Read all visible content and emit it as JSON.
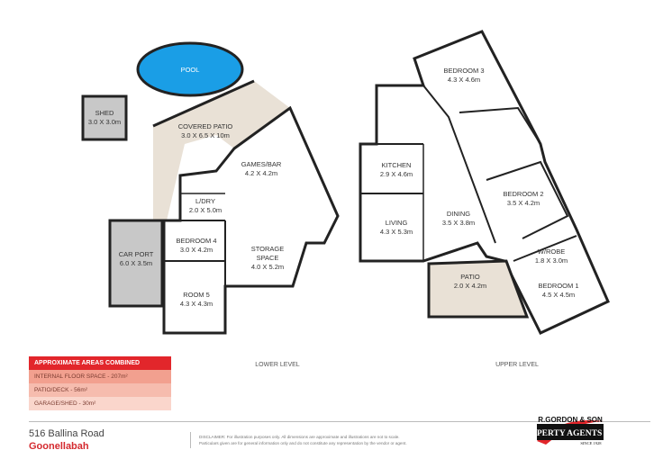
{
  "lower_level": {
    "label": "LOWER LEVEL",
    "rooms": [
      {
        "name": "POOL",
        "dims": ""
      },
      {
        "name": "SHED",
        "dims": "3.0 X 3.0m"
      },
      {
        "name": "COVERED PATIO",
        "dims": "3.0 X 6.5 X 10m"
      },
      {
        "name": "GAMES/BAR",
        "dims": "4.2 X 4.2m"
      },
      {
        "name": "L/DRY",
        "dims": "2.0 X 5.0m"
      },
      {
        "name": "BEDROOM 4",
        "dims": "3.0 X 4.2m"
      },
      {
        "name": "CAR PORT",
        "dims": "6.0 X 3.5m"
      },
      {
        "name": "STORAGE",
        "dims": "SPACE"
      },
      {
        "name": "ROOM 5",
        "dims": "4.3 X 4.3m"
      }
    ],
    "storage_dims": "4.0 X 5.2m"
  },
  "upper_level": {
    "label": "UPPER LEVEL",
    "rooms": [
      {
        "name": "BEDROOM 3",
        "dims": "4.3 X 4.6m"
      },
      {
        "name": "KITCHEN",
        "dims": "2.9 X 4.6m"
      },
      {
        "name": "DINING",
        "dims": "3.5 X 3.8m"
      },
      {
        "name": "LIVING",
        "dims": "4.3 X 5.3m"
      },
      {
        "name": "BEDROOM 2",
        "dims": "3.5 X 4.2m"
      },
      {
        "name": "W/ROBE",
        "dims": "1.8 X 3.0m"
      },
      {
        "name": "BEDROOM 1",
        "dims": "4.5 X 4.5m"
      },
      {
        "name": "PATIO",
        "dims": "2.0 X 4.2m"
      }
    ]
  },
  "areas": {
    "title": "APPROXIMATE AREAS COMBINED",
    "rows": [
      "INTERNAL FLOOR SPACE - 207m²",
      "PATIO/DECK - 56m²",
      "GARAGE/SHED - 30m²"
    ]
  },
  "address": {
    "street": "516 Ballina Road",
    "suburb": "Goonellabah"
  },
  "disclaimer": [
    "DISCLAIMER: For illustration purposes only. All dimensions are approximate and illustrations are not to scale.",
    "Particulars given are for general information only and do not constitute any representation by the vendor or agent."
  ],
  "logo": {
    "line1": "R.GORDON & SON",
    "line2": "PROPERTY AGENTS",
    "line3": "SINCE 1928"
  },
  "colors": {
    "pool": "#1a9ee6",
    "patio": "#e9e1d6",
    "carport": "#c8c8c8",
    "accent": "#e2262b",
    "suburb": "#d42a2f"
  }
}
